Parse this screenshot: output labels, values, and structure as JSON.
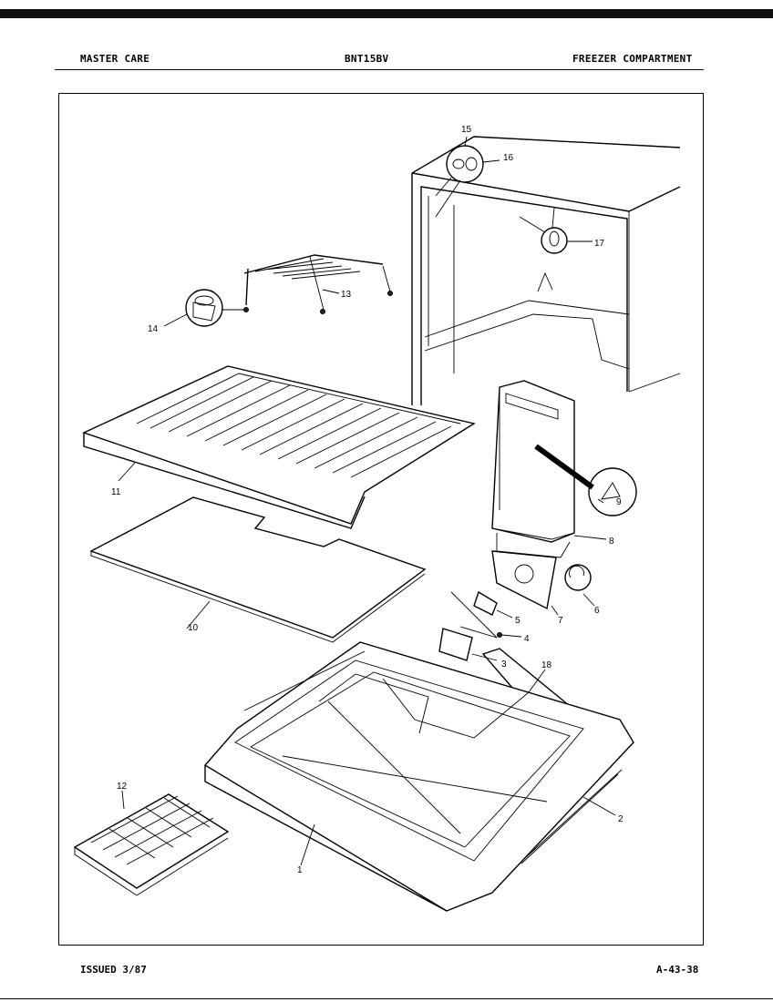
{
  "header": {
    "left": "MASTER CARE",
    "center": "BNT15BV",
    "right": "FREEZER COMPARTMENT"
  },
  "footer": {
    "issued": "ISSUED 3/87",
    "page_code": "A-43-38"
  },
  "callouts": [
    "1",
    "2",
    "3",
    "4",
    "5",
    "6",
    "7",
    "8",
    "9",
    "10",
    "11",
    "12",
    "13",
    "14",
    "15",
    "16",
    "17",
    "18"
  ]
}
